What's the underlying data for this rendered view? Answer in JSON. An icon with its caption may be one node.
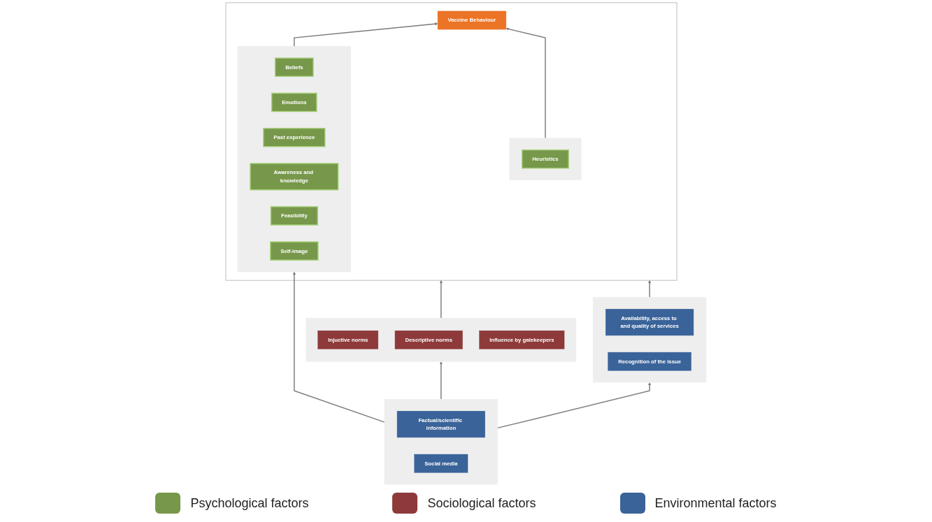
{
  "diagram": {
    "nodes": [
      {
        "text": [],
        "shape": "box"
      },
      {
        "text": [],
        "shape": "box",
        "in": 0
      },
      {
        "text": [
          "Beliefs"
        ],
        "in": 1
      },
      {
        "text": [
          "Emotions"
        ],
        "in": 1
      },
      {
        "text": [
          "Past experience"
        ],
        "in": 1
      },
      {
        "text": [
          "Awareness and knowledge"
        ],
        "in": 1
      },
      {
        "text": [
          "Feasibility"
        ],
        "in": 1
      },
      {
        "text": [
          "Self-image"
        ],
        "in": 1
      },
      {
        "text": [],
        "shape": "box",
        "in": 0
      },
      {
        "text": [
          "Heuristics"
        ],
        "in": 8
      },
      {
        "text": [
          "Vaccine Behaviour"
        ],
        "in": 0
      },
      {
        "text": [],
        "shape": "box"
      },
      {
        "text": [
          "Factual/scientific information"
        ],
        "in": 11
      },
      {
        "text": [
          "Social media"
        ],
        "in": 11
      },
      {
        "text": [],
        "shape": "box"
      },
      {
        "text": [
          "Injuctive norms"
        ],
        "in": 14
      },
      {
        "text": [
          "Descriptive norms"
        ],
        "in": 14
      },
      {
        "text": [
          "Influence by gatekeepers"
        ],
        "in": 14
      },
      {
        "text": [],
        "shape": "box"
      },
      {
        "text": [
          "Availability, access to and quality of services"
        ],
        "in": 18
      },
      {
        "text": [
          "Recognition of the issue"
        ],
        "in": 18
      }
    ],
    "edges": [
      {
        "from": 11,
        "to": 1,
        "arrow": "to"
      },
      {
        "from": 1,
        "to": 10,
        "arrow": "to"
      },
      {
        "from": 8,
        "to": 10,
        "arrow": "to"
      },
      {
        "from": 14,
        "to": 0,
        "arrow": "to"
      },
      {
        "from": 18,
        "to": 0,
        "arrow": "to"
      },
      {
        "from": 11,
        "to": 14,
        "arrow": "to"
      },
      {
        "from": 11,
        "to": 18,
        "arrow": "to"
      }
    ],
    "legend": [
      {
        "text": "Psychological factors",
        "color": "#77984a"
      },
      {
        "text": "Sociological factors",
        "color": "#8e3a3a"
      },
      {
        "text": "Environmental factors",
        "color": "#3a6399"
      }
    ]
  }
}
